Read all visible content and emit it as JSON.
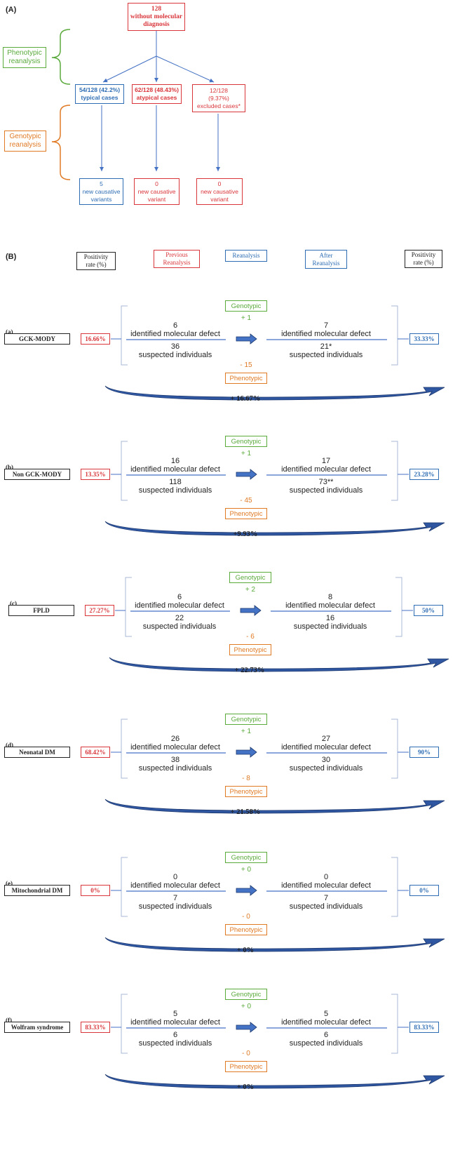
{
  "panel_a": {
    "tag": "(A)",
    "top_box": "128\nwithout molecular\ndiagnosis",
    "phenotypic_label": "Phenotypic\nreanalysis",
    "genotypic_label": "Genotypic\nreanalysis",
    "mid_boxes": [
      "54/128 (42.2%)\ntypical cases",
      "62/128 (48.43%)\natypical cases",
      "12/128\n(9.37%)\nexcluded cases*"
    ],
    "bottom_boxes": [
      "5\nnew causative\nvariants",
      "0\nnew causative\nvariant",
      "0\nnew causative\nvariant"
    ]
  },
  "panel_b": {
    "tag": "(B)",
    "header": {
      "positivity_left": "Positivity\nrate (%)",
      "previous": "Previous\nReanalysis",
      "reanalysis": "Reanalysis",
      "after": "After\nReanalysis",
      "positivity_right": "Positivity\nrate (%)"
    },
    "genotypic_label": "Genotypic",
    "phenotypic_label": "Phenotypic",
    "identified_label": "identified molecular defect",
    "suspected_label": "suspected individuals",
    "rows": [
      {
        "tag": "(a)",
        "name": "GCK-MODY",
        "before_rate": "16.66%",
        "after_rate": "33.33%",
        "geno_delta": "+ 1",
        "pheno_delta": "- 15",
        "before_identified": "6",
        "before_suspected": "36",
        "after_identified": "7",
        "after_suspected": "21*",
        "gain": "+ 16.67%"
      },
      {
        "tag": "(b)",
        "name": "Non GCK-MODY",
        "before_rate": "13.35%",
        "after_rate": "23.28%",
        "geno_delta": "+ 1",
        "pheno_delta": "- 45",
        "before_identified": "16",
        "before_suspected": "118",
        "after_identified": "17",
        "after_suspected": "73**",
        "gain": "+9.93%"
      },
      {
        "tag": "(c)",
        "name": "FPLD",
        "before_rate": "27.27%",
        "after_rate": "50%",
        "geno_delta": "+ 2",
        "pheno_delta": "- 6",
        "before_identified": "6",
        "before_suspected": "22",
        "after_identified": "8",
        "after_suspected": "16",
        "gain": "+ 22.73%"
      },
      {
        "tag": "(d)",
        "name": "Neonatal DM",
        "before_rate": "68.42%",
        "after_rate": "90%",
        "geno_delta": "+ 1",
        "pheno_delta": "- 8",
        "before_identified": "26",
        "before_suspected": "38",
        "after_identified": "27",
        "after_suspected": "30",
        "gain": "+ 21.58%"
      },
      {
        "tag": "(e)",
        "name": "Mitochondrial DM",
        "before_rate": "0%",
        "after_rate": "0%",
        "geno_delta": "+ 0",
        "pheno_delta": "- 0",
        "before_identified": "0",
        "before_suspected": "7",
        "after_identified": "0",
        "after_suspected": "7",
        "gain": "+ 0%"
      },
      {
        "tag": "(f)",
        "name": "Wolfram syndrome",
        "before_rate": "83.33%",
        "after_rate": "83.33%",
        "geno_delta": "+ 0",
        "pheno_delta": "- 0",
        "before_identified": "5",
        "before_suspected": "6",
        "after_identified": "5",
        "after_suspected": "6",
        "gain": "+ 0%"
      }
    ]
  }
}
